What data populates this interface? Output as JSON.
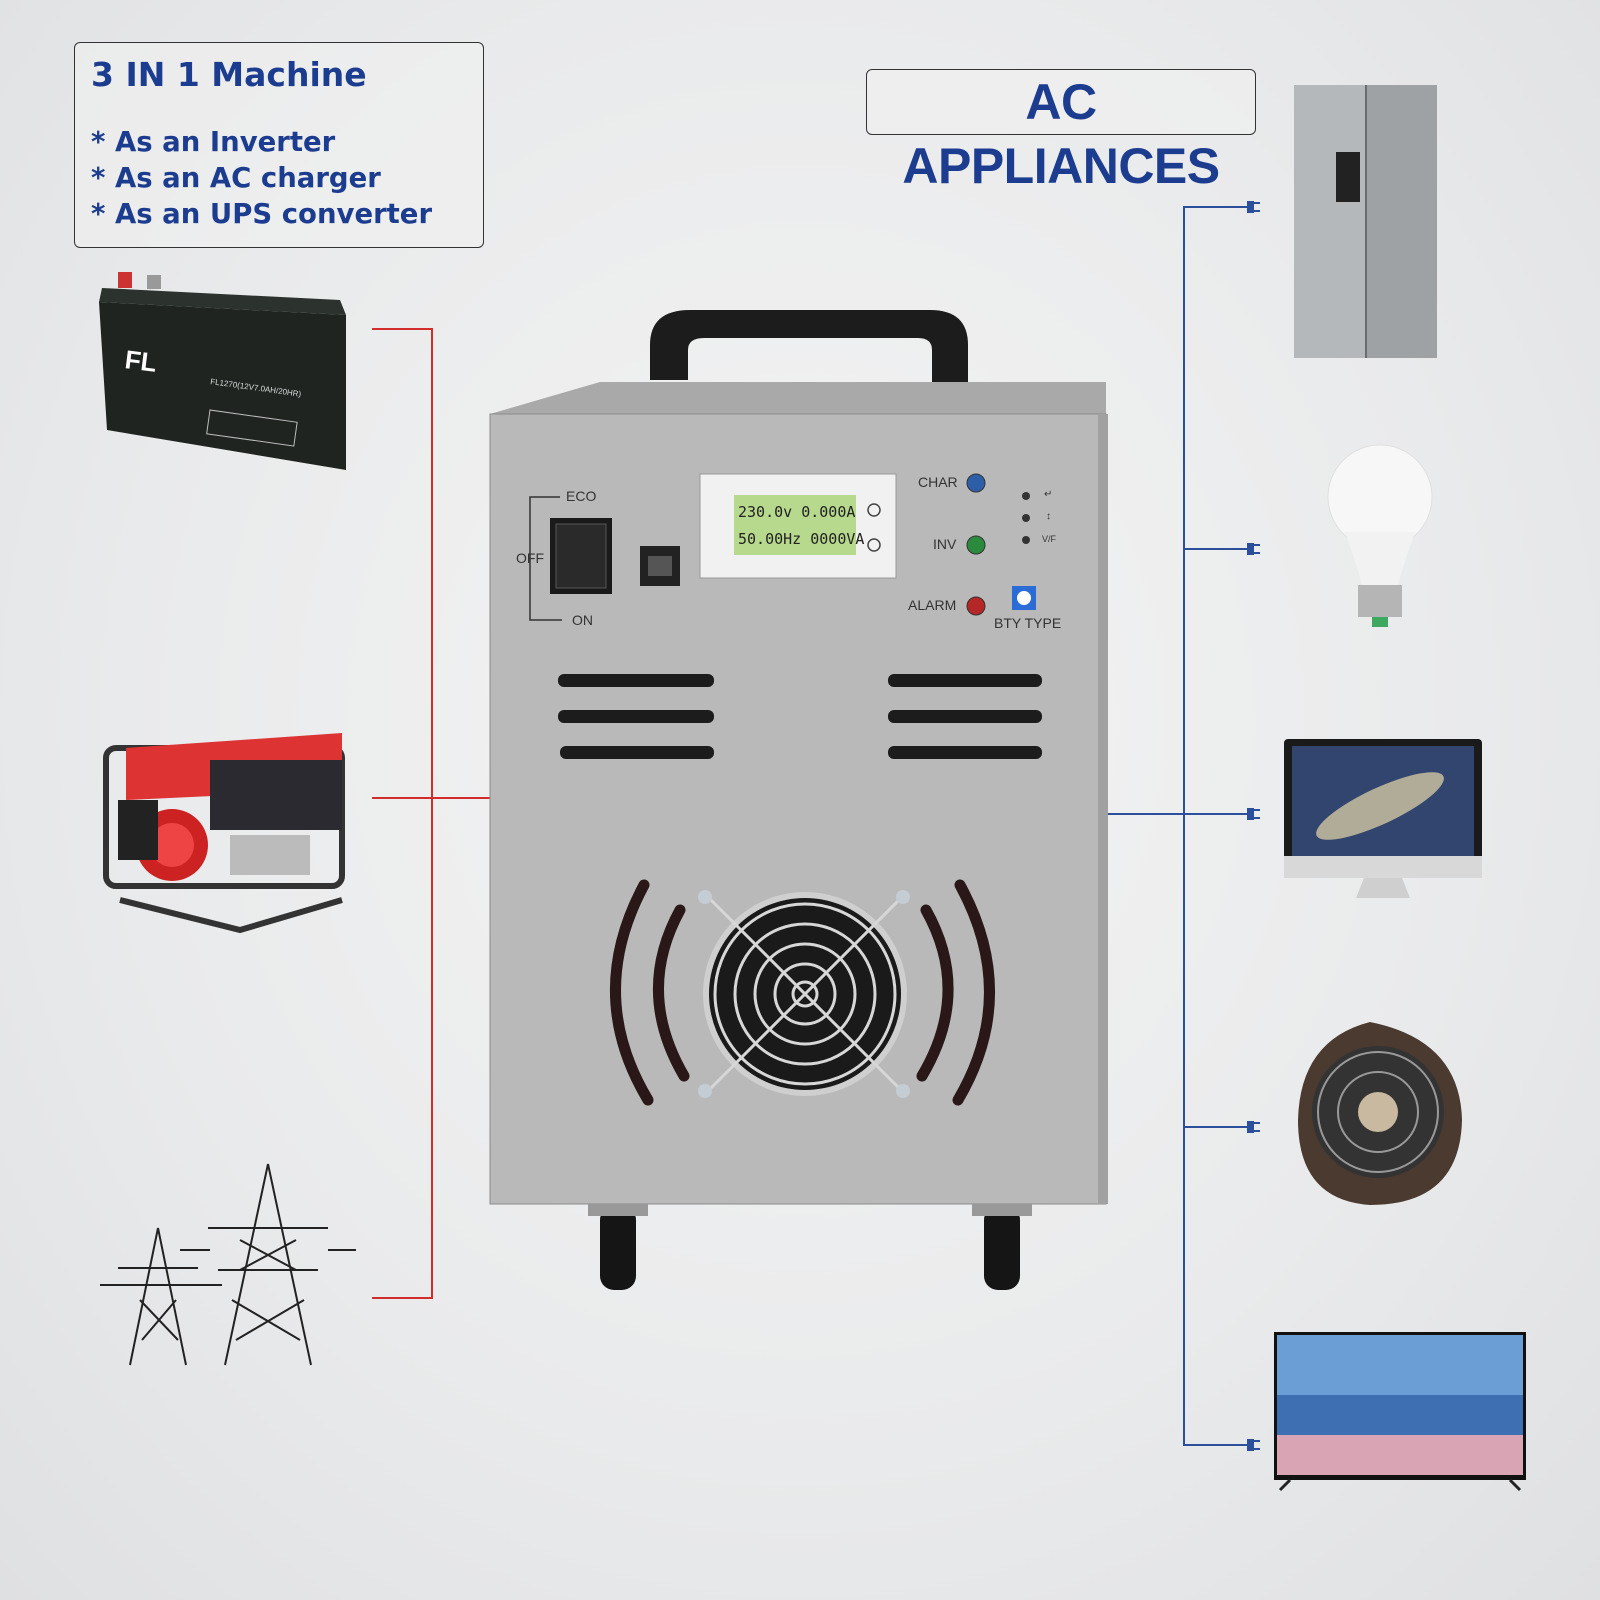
{
  "info_box": {
    "title": "3 IN 1 Machine",
    "items": [
      "* As an Inverter",
      "* As an AC charger",
      "* As an UPS converter"
    ]
  },
  "ac_title": "AC APPLIANCES",
  "sources": [
    "battery",
    "generator",
    "power-grid"
  ],
  "appliances": [
    "refrigerator",
    "light-bulb",
    "computer-monitor",
    "desk-fan",
    "television"
  ],
  "device": {
    "switch_labels": {
      "eco": "ECO",
      "off": "OFF",
      "on": "ON"
    },
    "lcd": {
      "line1": "230.0v 0.000A",
      "line2": "50.00Hz 0000VA"
    },
    "indicators": [
      "CHAR",
      "INV",
      "ALARM"
    ],
    "bty_type": "BTY TYPE",
    "small_keys": [
      "↵",
      "↕",
      "V/F"
    ]
  },
  "colors": {
    "title_blue": "#1c3d8f",
    "input_line": "#d22c2c",
    "output_line": "#2b4f9a",
    "case_gray": "#b8b8b8"
  }
}
